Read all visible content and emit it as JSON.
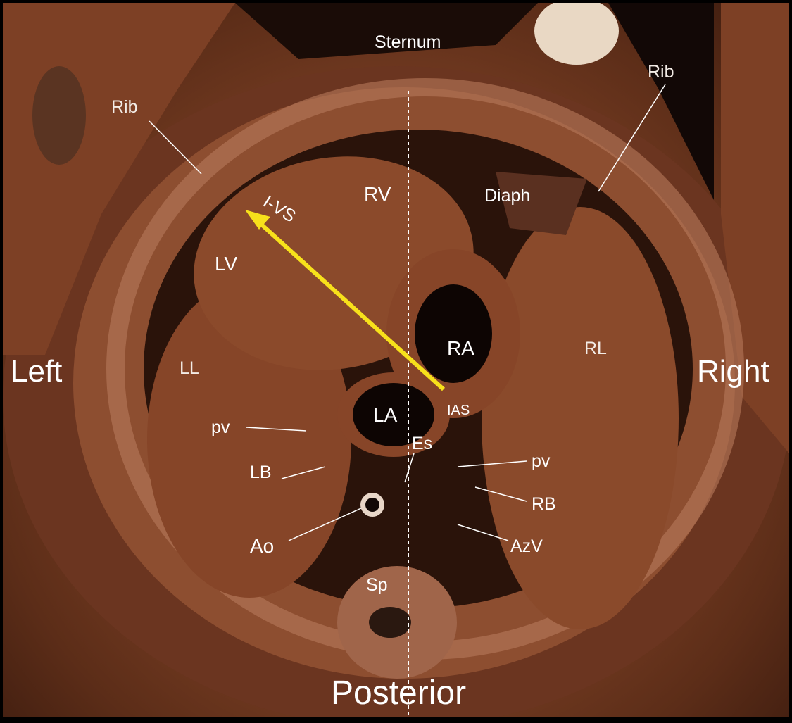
{
  "labels": {
    "sternum": "Sternum",
    "rib_left": "Rib",
    "rib_right": "Rib",
    "ivs": "I-VS",
    "rv": "RV",
    "diaph": "Diaph",
    "lv": "LV",
    "ra": "RA",
    "rl": "RL",
    "ll": "LL",
    "left": "Left",
    "right": "Right",
    "la": "LA",
    "ias": "IAS",
    "pv_left": "pv",
    "es": "Es",
    "pv_right": "pv",
    "lb": "LB",
    "rb": "RB",
    "ao": "Ao",
    "azv": "AzV",
    "sp": "Sp",
    "posterior": "Posterior"
  },
  "colors": {
    "arrow": "#f7e11b",
    "label": "#ffffff",
    "tissue": "#7a3f24"
  }
}
